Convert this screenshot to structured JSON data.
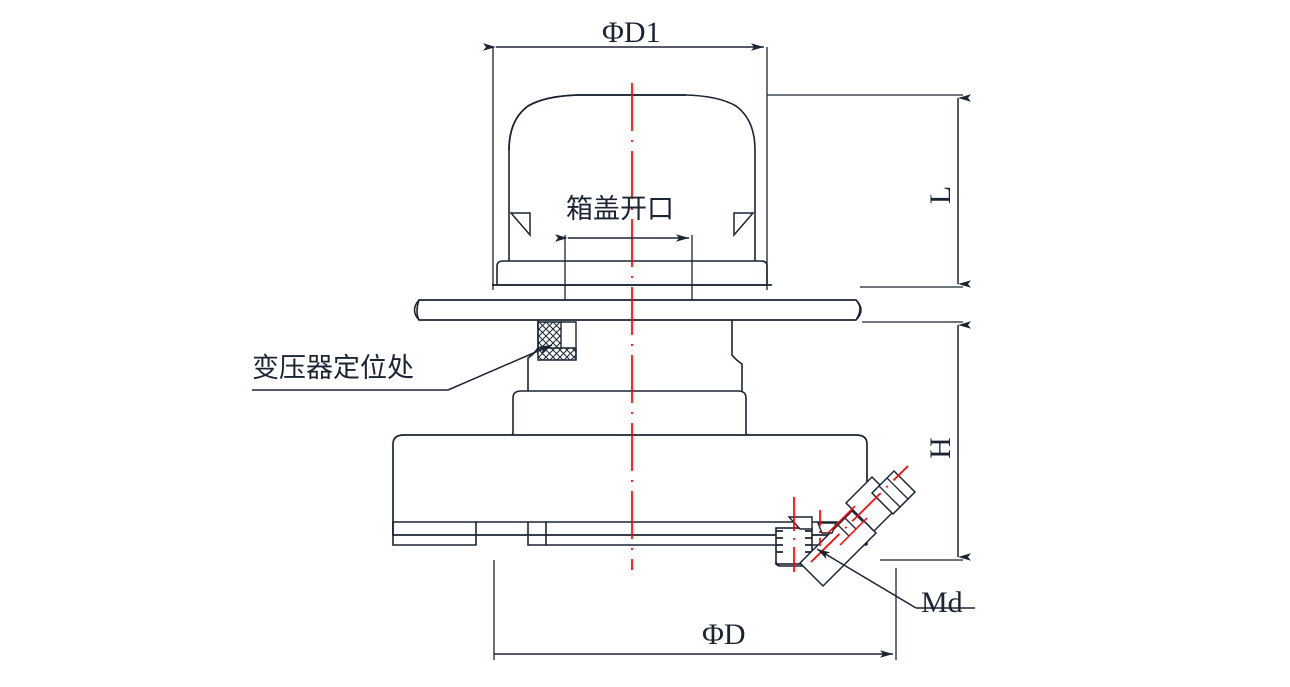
{
  "drawing": {
    "title_dimensions": {
      "phi_d1": "ΦD1",
      "phi_d": "ΦD",
      "length_l": "L",
      "height_h": "H",
      "thread_md": "Md"
    },
    "annotations": {
      "cover_opening": "箱盖开口",
      "transformer_locating": "变压器定位处"
    },
    "colors": {
      "line": "#1b2433",
      "centerline": "#ff0000",
      "text": "#1b2433",
      "background": "#ffffff"
    },
    "icons": {
      "arrowhead": "arrowhead-icon",
      "centerline": "centerline-icon",
      "hatch": "hatch-pattern-icon"
    }
  }
}
